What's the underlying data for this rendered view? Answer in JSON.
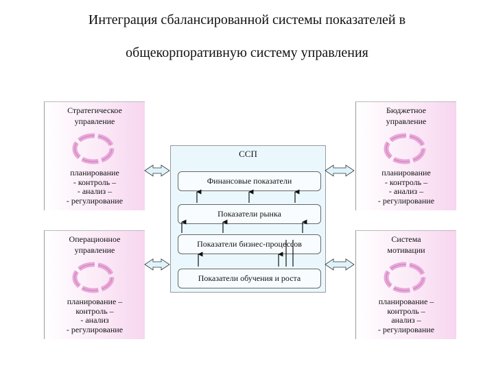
{
  "title": {
    "line1": "Интеграция сбалансированной системы показателей в",
    "line2": "общекорпоративную систему управления"
  },
  "center": {
    "label": "ССП",
    "rows": [
      "Финансовые показатели",
      "Показатели рынка",
      "Показатели бизнес-процессов",
      "Показатели обучения и роста"
    ]
  },
  "boxes": {
    "strategic": {
      "heading": [
        "Стратегическое",
        "управление"
      ],
      "lines": [
        "планирование",
        "- контроль –",
        "- анализ –",
        "- регулирование"
      ]
    },
    "budget": {
      "heading": [
        "Бюджетное",
        "управление"
      ],
      "lines": [
        "планирование",
        "- контроль –",
        "- анализ –",
        "- регулирование"
      ]
    },
    "operational": {
      "heading": [
        "Операционное",
        "управление"
      ],
      "lines": [
        "планирование –",
        "контроль –",
        "- анализ",
        "- регулирование"
      ]
    },
    "motivation": {
      "heading": [
        "Система",
        "мотивации"
      ],
      "lines": [
        "планирование –",
        "контроль –",
        "анализ –",
        "- регулирование"
      ]
    }
  },
  "colors": {
    "box_pink": "#f7d6ef",
    "cycle_ring": "#e9a8d9",
    "center_bg": "#eaf8fd",
    "connector_fill": "#dff3fb"
  }
}
